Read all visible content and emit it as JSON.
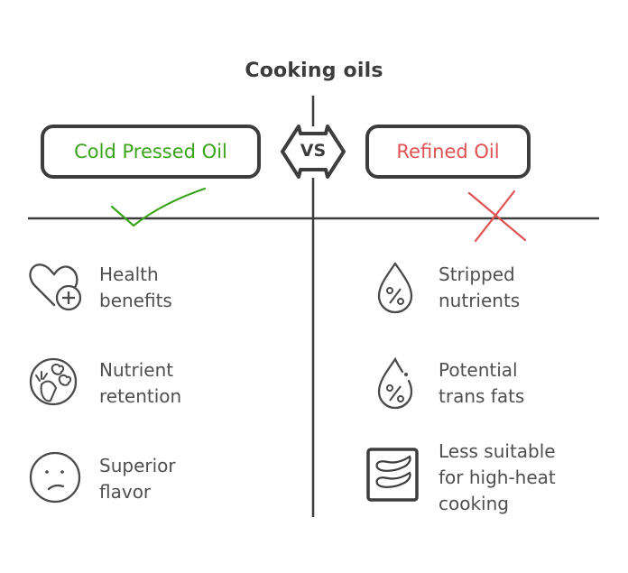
{
  "title": "Cooking oils",
  "vs_label": "VS",
  "left": {
    "header": "Cold Pressed Oil",
    "color": "#3aa51a",
    "mark": "checkmark-icon",
    "items": [
      {
        "icon": "heart-plus-icon",
        "line1": "Health",
        "line2": "benefits"
      },
      {
        "icon": "vegetables-icon",
        "line1": "Nutrient",
        "line2": "retention"
      },
      {
        "icon": "face-icon",
        "line1": "Superior",
        "line2": "flavor"
      }
    ]
  },
  "right": {
    "header": "Refined Oil",
    "color": "#e05252",
    "mark": "cross-icon",
    "items": [
      {
        "icon": "drop-percent-icon",
        "line1": "Stripped",
        "line2": "nutrients"
      },
      {
        "icon": "drop-percent-broken-icon",
        "line1": "Potential",
        "line2": "trans fats"
      },
      {
        "icon": "peppers-pan-icon",
        "line1": "Less suitable",
        "line2": "for high-heat",
        "line3": "cooking"
      }
    ]
  },
  "line_color": "#3d3d3d"
}
